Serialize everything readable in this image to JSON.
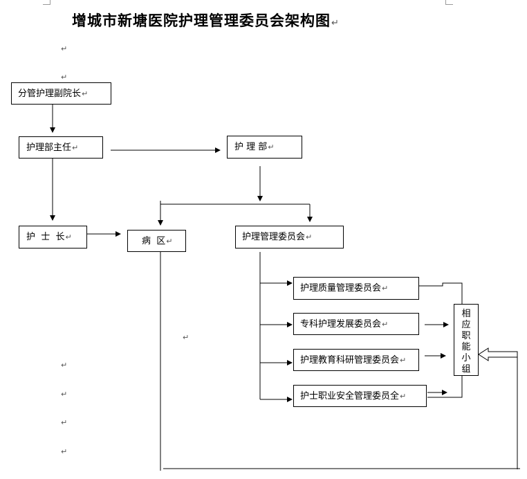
{
  "title": "增城市新塘医院护理管理委员会架构图",
  "para_mark": "↵",
  "nodes": {
    "vp": "分管护理副院长",
    "director": "护理部主任",
    "nursing_dept": "护 理 部",
    "head_nurse": "护  士  长",
    "ward": "病  区",
    "committee": "护理管理委员会",
    "quality": "护理质量管理委员会",
    "specialty": "专科护理发展委员会",
    "education": "护理教育科研管理委员会",
    "safety": "护士职业安全管理委员全",
    "function_group": [
      "相",
      "应",
      "职",
      "能",
      "小",
      "组"
    ]
  }
}
